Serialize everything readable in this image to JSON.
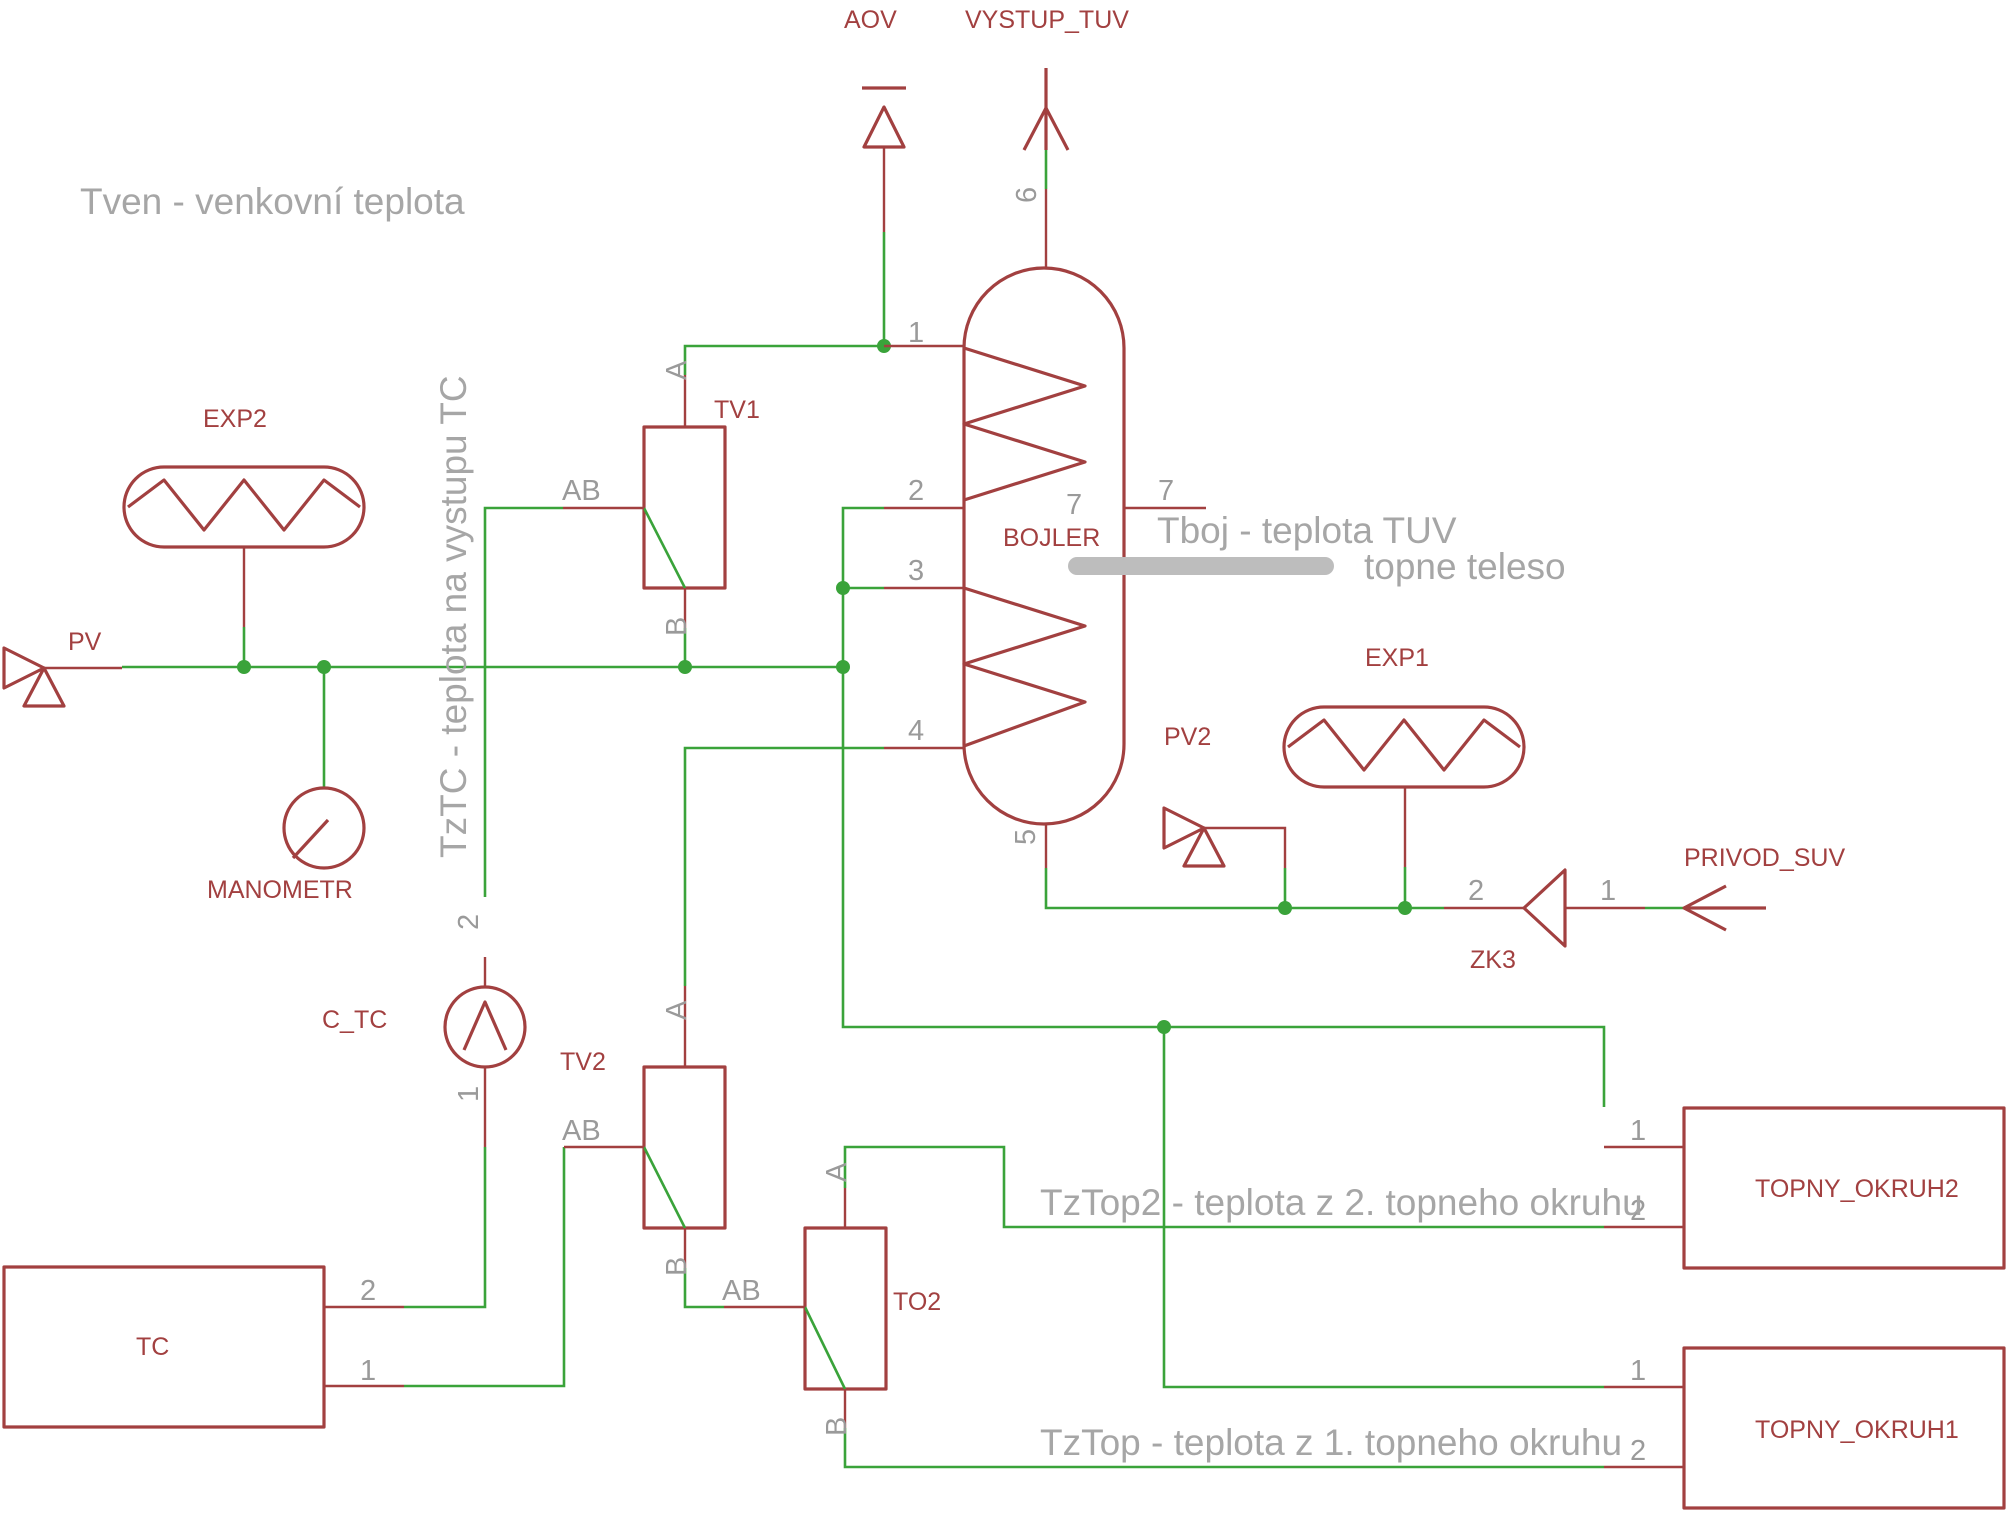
{
  "components": {
    "aov": "AOV",
    "vystup_tuv": "VYSTUP_TUV",
    "tv1": "TV1",
    "tv2": "TV2",
    "to2": "TO2",
    "exp1": "EXP1",
    "exp2": "EXP2",
    "pv": "PV",
    "pv2": "PV2",
    "manometr": "MANOMETR",
    "c_tc": "C_TC",
    "bojler": "BOJLER",
    "tc": "TC",
    "zk3": "ZK3",
    "privod_suv": "PRIVOD_SUV",
    "topny_okruh1": "TOPNY_OKRUH1",
    "topny_okruh2": "TOPNY_OKRUH2"
  },
  "pins": {
    "a": "A",
    "b": "B",
    "ab": "AB",
    "p1": "1",
    "p2": "2",
    "p3": "3",
    "p4": "4",
    "p5": "5",
    "p6": "6",
    "p7": "7"
  },
  "notes": {
    "tven": "Tven - venkovní teplota",
    "tztc": "TzTC - teplota na vystupu TC",
    "tboj": "Tboj - teplota TUV",
    "topne_teleso": "topne teleso",
    "tztop2": "TzTop2 - teplota z 2. topneho okruhu",
    "tztop": "TzTop - teplota z 1. topneho okruhu"
  },
  "colors": {
    "symbol": "#a24040",
    "wire": "#3aa33a",
    "annotation": "#a6a6a6",
    "heating_element": "#bdbdbd"
  }
}
